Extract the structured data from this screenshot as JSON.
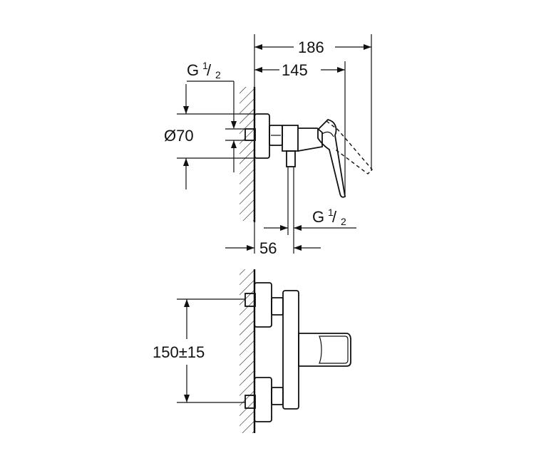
{
  "dimensions": {
    "overall_depth": "186",
    "handle_depth": "145",
    "rosette_diameter": "Ø70",
    "wall_depth": "56",
    "center_distance": "150±15",
    "inlet_thread": {
      "base": "G",
      "num": "1",
      "den": "2"
    },
    "outlet_thread": {
      "base": "G",
      "num": "1",
      "den": "2"
    }
  }
}
